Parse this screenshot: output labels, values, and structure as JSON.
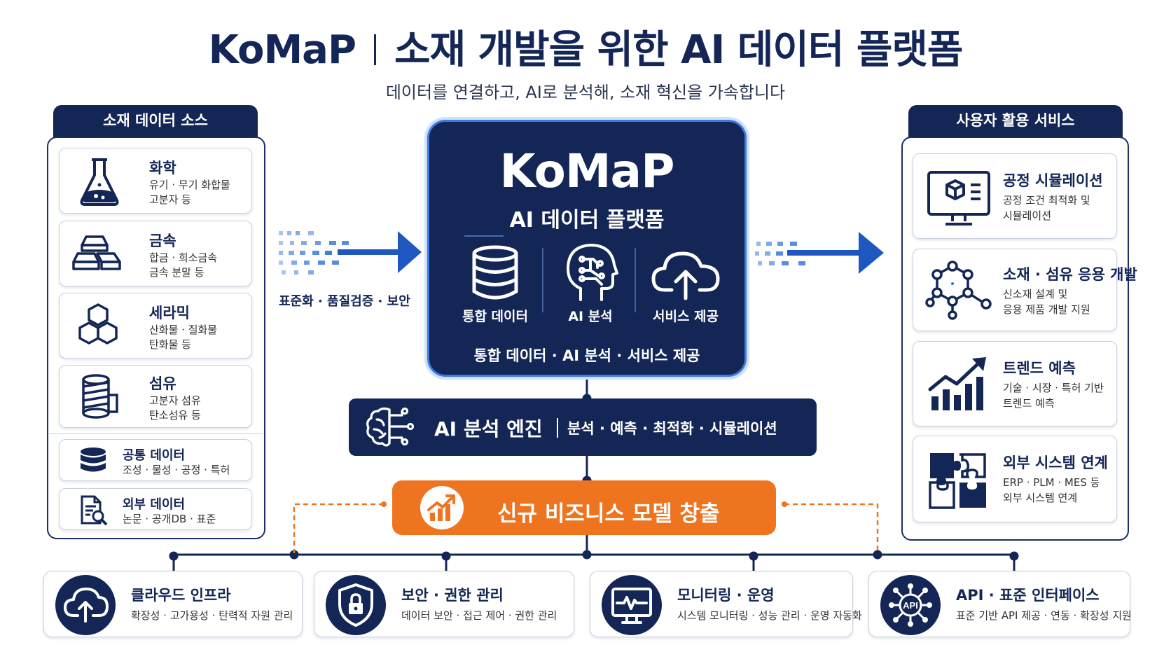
{
  "header": {
    "title_brand": "KoMaP",
    "title_rest": "소재 개발을 위한 AI 데이터 플랫폼",
    "subtitle": "데이터를 연결하고, AI로 분석해, 소재 혁신을 가속합니다"
  },
  "left_panel": {
    "title": "소재 데이터 소스",
    "items": [
      {
        "title": "화학",
        "desc1": "유기 · 무기 화합물",
        "desc2": "고분자 등",
        "icon": "flask-icon"
      },
      {
        "title": "금속",
        "desc1": "합금 · 희소금속",
        "desc2": "금속 분말 등",
        "icon": "metal-ingots-icon"
      },
      {
        "title": "세라믹",
        "desc1": "산화물 · 질화물",
        "desc2": "탄화물 등",
        "icon": "hexagon-cluster-icon"
      },
      {
        "title": "섬유",
        "desc1": "고분자 섬유",
        "desc2": "탄소섬유 등",
        "icon": "fiber-spool-icon"
      }
    ],
    "small_items": [
      {
        "title": "공통 데이터",
        "desc": "조성 · 물성 · 공정 · 특허",
        "icon": "database-icon"
      },
      {
        "title": "외부 데이터",
        "desc": "논문 · 공개DB · 표준",
        "icon": "document-search-icon"
      }
    ]
  },
  "left_arrow_label": "표준화 · 품질검증 · 보안",
  "center": {
    "title": "KoMaP",
    "subtitle": "AI 데이터 플랫폼",
    "features": [
      {
        "label": "통합 데이터",
        "icon": "database-icon"
      },
      {
        "label": "AI 분석",
        "icon": "ai-head-icon"
      },
      {
        "label": "서비스 제공",
        "icon": "cloud-upload-icon"
      }
    ],
    "footer": "통합 데이터 · AI 분석 · 서비스 제공"
  },
  "engine": {
    "title": "AI 분석 엔진",
    "desc": "분석 · 예측 · 최적화 · 시뮬레이션",
    "icon": "brain-circuit-icon"
  },
  "business": {
    "title": "신규 비즈니스 모델 창출",
    "icon": "growth-chart-icon"
  },
  "right_panel": {
    "title": "사용자 활용 서비스",
    "items": [
      {
        "title": "공정 시뮬레이션",
        "desc1": "공정 조건 최적화 및",
        "desc2": "시뮬레이션",
        "icon": "monitor-cube-icon"
      },
      {
        "title": "소재 · 섬유 응용 개발",
        "desc1": "신소재 설계 및",
        "desc2": "응용 제품 개발 지원",
        "icon": "molecule-icon"
      },
      {
        "title": "트렌드 예측",
        "desc1": "기술 · 시장 · 특허 기반",
        "desc2": "트렌드 예측",
        "icon": "trend-chart-icon"
      },
      {
        "title": "외부 시스템 연계",
        "desc1": "ERP · PLM · MES 등",
        "desc2": "외부 시스템 연계",
        "icon": "puzzle-icon"
      }
    ]
  },
  "bottom": [
    {
      "title": "클라우드 인프라",
      "desc": "확장성 · 고가용성 · 탄력적 자원 관리",
      "icon": "cloud-upload-icon"
    },
    {
      "title": "보안 · 권한 관리",
      "desc": "데이터 보안 · 접근 제어 · 권한 관리",
      "icon": "shield-lock-icon"
    },
    {
      "title": "모니터링 · 운영",
      "desc": "시스템 모니터링 · 성능 관리 · 운영 자동화",
      "icon": "monitor-pulse-icon"
    },
    {
      "title": "API · 표준 인터페이스",
      "desc": "표준 기반 API 제공 · 연동 · 확장성 지원",
      "icon": "api-network-icon",
      "icon_text": "API"
    }
  ],
  "colors": {
    "navy": "#132656",
    "orange": "#ee7420",
    "accent_blue": "#3e7be0"
  }
}
